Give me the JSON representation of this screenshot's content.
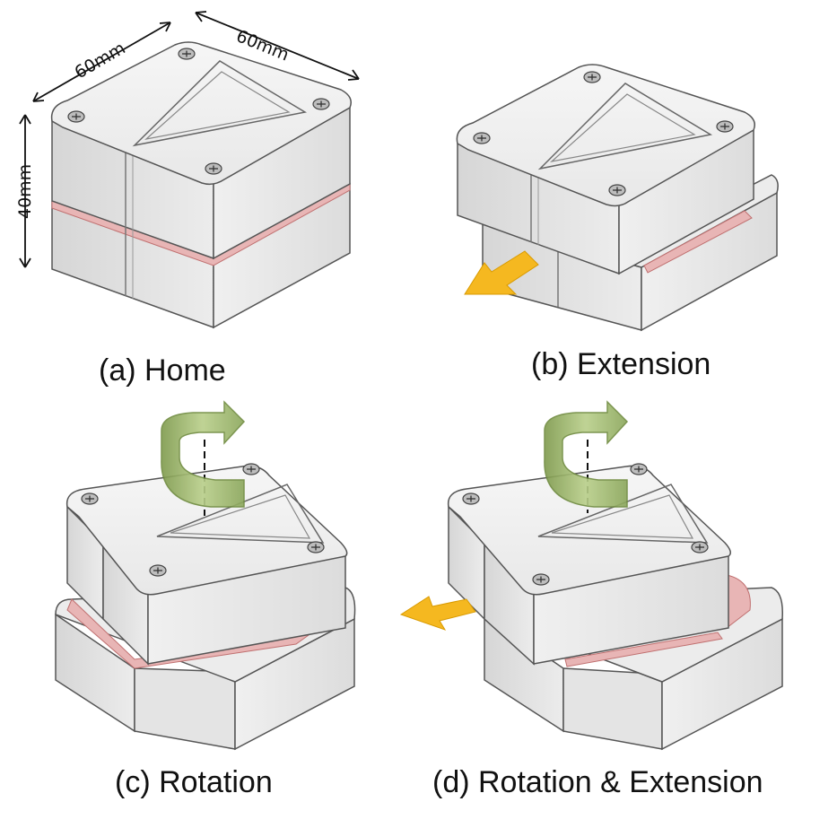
{
  "panels": [
    {
      "id": "a",
      "caption": "(a) Home"
    },
    {
      "id": "b",
      "caption": "(b) Extension"
    },
    {
      "id": "c",
      "caption": "(c) Rotation"
    },
    {
      "id": "d",
      "caption": "(d) Rotation & Extension"
    }
  ],
  "dimensions": {
    "width_label": "60mm",
    "depth_label": "60mm",
    "height_label": "40mm"
  },
  "colors": {
    "body": "#e6e6e6",
    "body_top": "#f2f2f2",
    "edge": "#555555",
    "seam": "#d8a0a0",
    "extension_arrow": "#f5b820",
    "rotation_arrow": "#a8bf78"
  }
}
